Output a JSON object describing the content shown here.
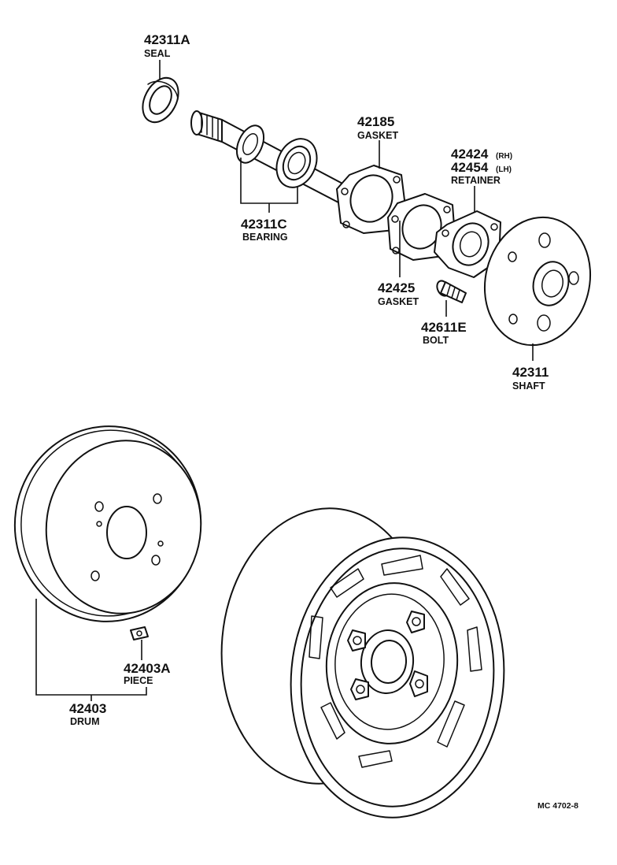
{
  "parts": {
    "seal": {
      "number": "42311A",
      "name": "SEAL"
    },
    "bearing": {
      "number": "42311C",
      "name": "BEARING"
    },
    "gasket_outer": {
      "number": "42185",
      "name": "GASKET"
    },
    "retainer": {
      "number_rh": "42424",
      "side_rh": "(RH)",
      "number_lh": "42454",
      "side_lh": "(LH)",
      "name": "RETAINER"
    },
    "gasket_inner": {
      "number": "42425",
      "name": "GASKET"
    },
    "bolt": {
      "number": "42611E",
      "name": "BOLT"
    },
    "shaft": {
      "number": "42311",
      "name": "SHAFT"
    },
    "piece": {
      "number": "42403A",
      "name": "PIECE"
    },
    "drum": {
      "number": "42403",
      "name": "DRUM"
    }
  },
  "diagram_code": "MC 4702-8"
}
